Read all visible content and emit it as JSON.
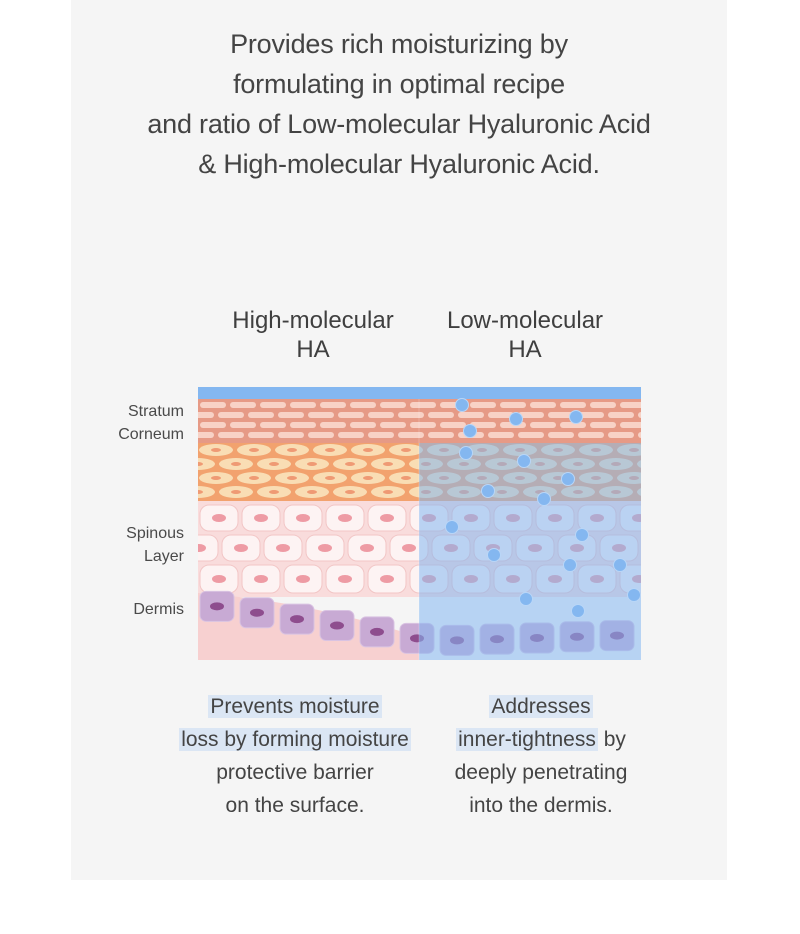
{
  "headline": {
    "lines": [
      "Provides rich moisturizing by",
      "formulating in optimal recipe",
      "and ratio of Low-molecular Hyaluronic Acid",
      "& High-molecular Hyaluronic Acid."
    ]
  },
  "columns": {
    "high": {
      "title_line1": "High-molecular",
      "title_line2": "HA"
    },
    "low": {
      "title_line1": "Low-molecular",
      "title_line2": "HA"
    }
  },
  "layers": {
    "stratum_line1": "Stratum",
    "stratum_line2": "Corneum",
    "spinous_line1": "Spinous",
    "spinous_line2": "Layer",
    "dermis": "Dermis"
  },
  "captions": {
    "high": {
      "line1": "Prevents moisture",
      "line2": "loss by forming moisture",
      "line3": "protective barrier",
      "line4": "on the surface."
    },
    "low": {
      "line1": "Addresses",
      "line2_highlight": "inner-tightness",
      "line2_rest": " by",
      "line3": "deeply penetrating",
      "line4": "into the dermis."
    }
  },
  "colors": {
    "moisture_blue": "#84b7f0",
    "corneum_red": "#d9735f",
    "granular_orange": "#f3a974",
    "spinous_pink": "#f9dede",
    "dermis_purple": "#b9a0c8",
    "highlight": "#dbe6f4"
  }
}
